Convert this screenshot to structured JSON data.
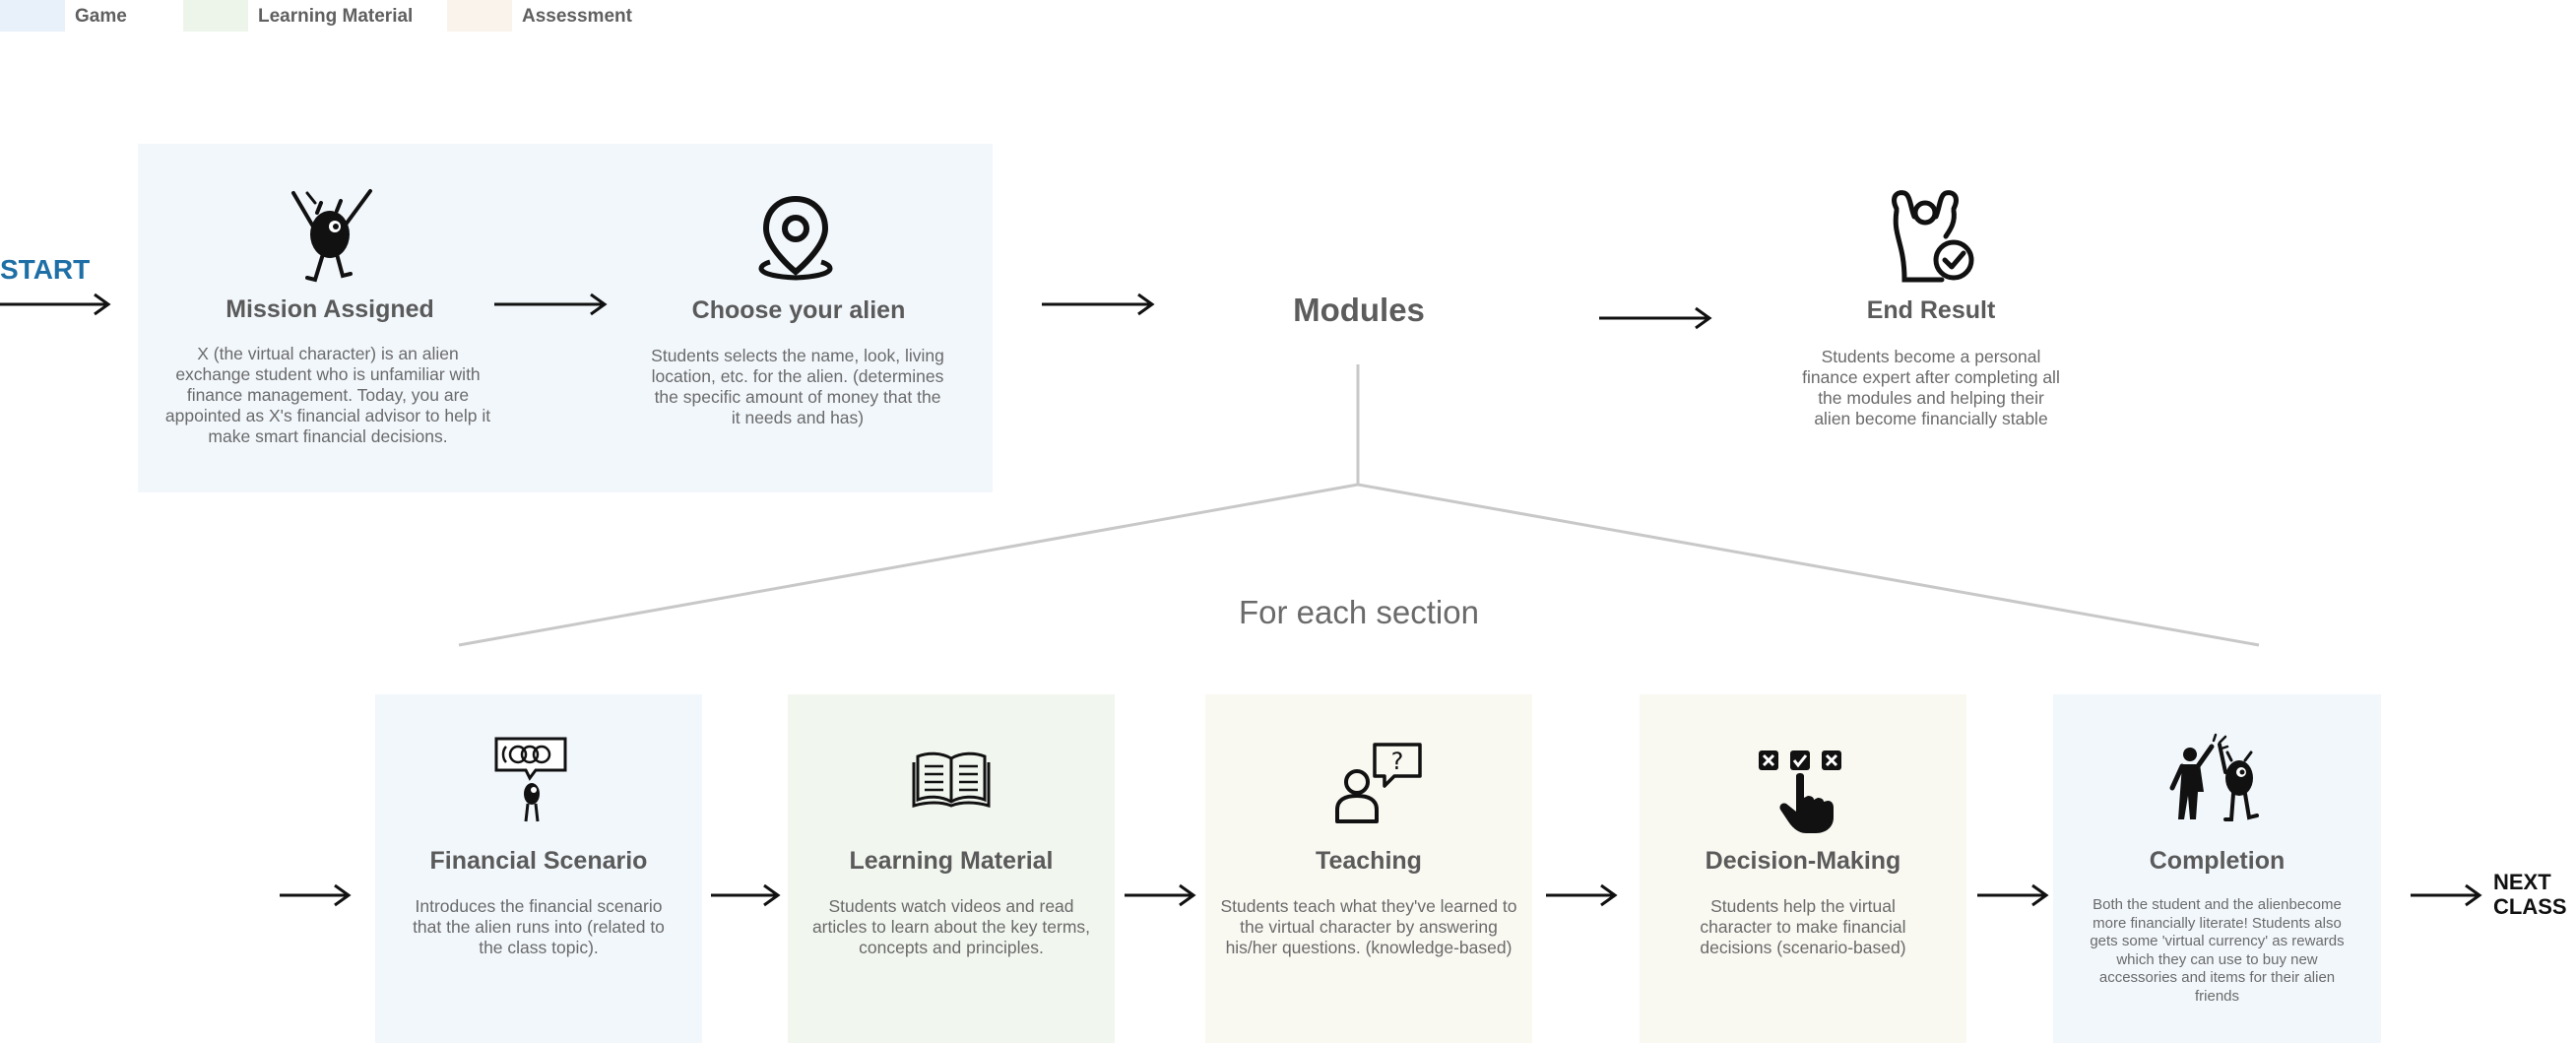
{
  "legend": [
    {
      "label": "Game",
      "color": "#e8f0f9"
    },
    {
      "label": "Learning Material",
      "color": "#edf5ea"
    },
    {
      "label": "Assessment",
      "color": "#faf3ec"
    }
  ],
  "colors": {
    "game_bg": "#f2f7fc",
    "learning_bg": "#f1f6ef",
    "assessment_bg": "#f9f8f1",
    "start_text": "#1e6fa6",
    "connector": "#c8c8c8",
    "arrow": "#111111"
  },
  "start_label": "START",
  "next_class_label": "NEXT\nCLASS",
  "top_flow": {
    "mission": {
      "icon": "alien-character-icon",
      "title": "Mission Assigned",
      "desc": "X (the virtual character) is an alien exchange student who is unfamiliar with finance management. Today, you are appointed as X's financial advisor to help it make smart financial decisions."
    },
    "choose": {
      "icon": "location-pin-icon",
      "title": "Choose your alien",
      "desc": "Students selects the name, look, living location, etc. for the alien. (determines the specific amount of money that the it needs and has)"
    },
    "modules": {
      "title": "Modules"
    },
    "end_result": {
      "icon": "celebrating-person-check-icon",
      "title": "End Result",
      "desc": "Students become a personal finance expert after completing all the modules and helping their alien become financially stable"
    }
  },
  "section_label": "For each section",
  "sections": [
    {
      "icon": "alien-speech-bubble-icon",
      "title": "Financial Scenario",
      "desc": "Introduces the financial scenario that the alien runs into (related to the class topic).",
      "category": "Game"
    },
    {
      "icon": "open-book-icon",
      "title": "Learning Material",
      "desc": "Students watch videos and read articles to learn about the key terms, concepts and principles.",
      "category": "Learning Material"
    },
    {
      "icon": "person-question-bubble-icon",
      "title": "Teaching",
      "desc": "Students teach what they've learned to the virtual character by answering his/her questions. (knowledge-based)",
      "category": "Assessment"
    },
    {
      "icon": "hand-choice-icon",
      "title": "Decision-Making",
      "desc": "Students help the virtual character to make financial decisions (scenario-based)",
      "category": "Assessment"
    },
    {
      "icon": "person-alien-highfive-icon",
      "title": "Completion",
      "desc": "Both the student and the alienbecome more financially literate! Students also gets some 'virtual currency' as rewards which they can use to buy new accessories and items for their alien friends",
      "category": "Game"
    }
  ]
}
